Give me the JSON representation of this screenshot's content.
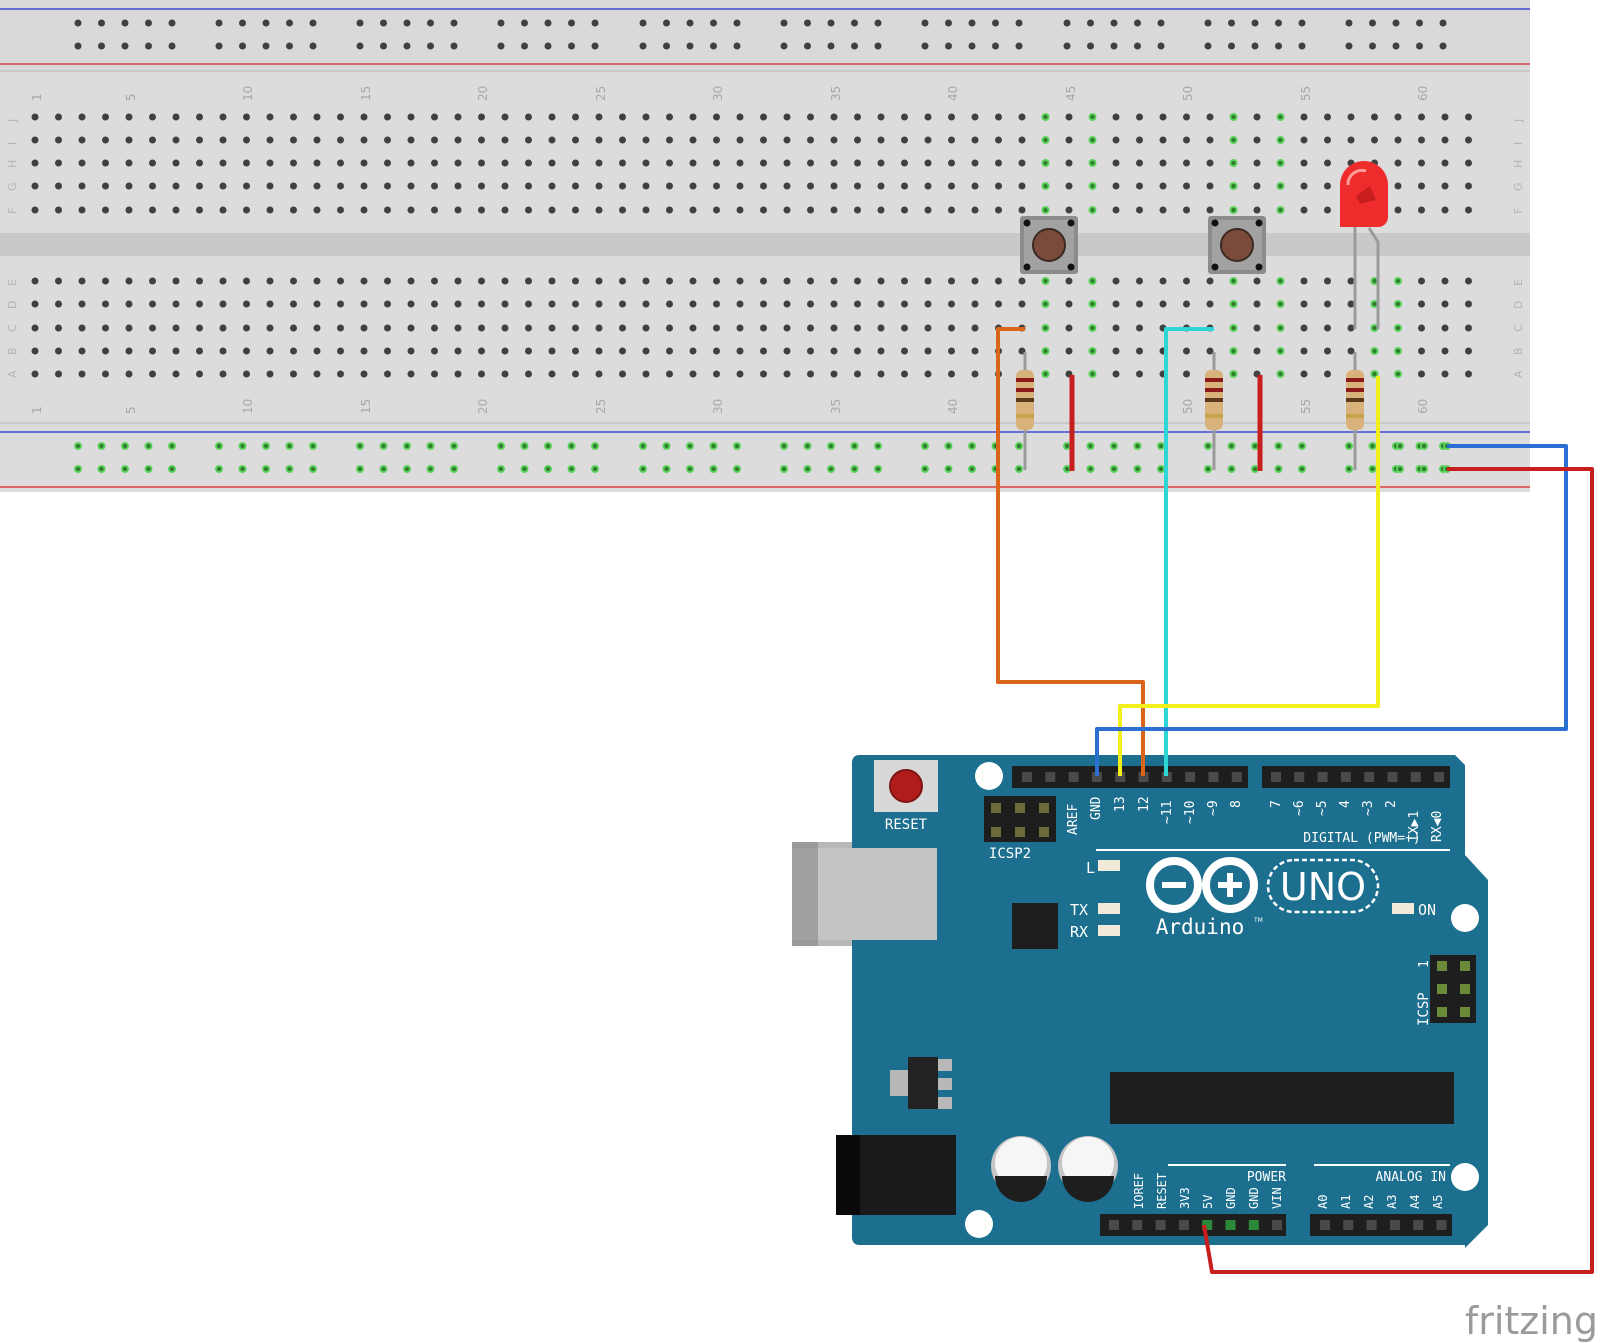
{
  "breadboard": {
    "column_numbers": [
      "1",
      "5",
      "10",
      "15",
      "20",
      "25",
      "30",
      "35",
      "40",
      "45",
      "50",
      "55",
      "60"
    ],
    "top_row_letters": [
      "J",
      "I",
      "H",
      "G",
      "F"
    ],
    "bottom_row_letters": [
      "E",
      "D",
      "C",
      "B",
      "A"
    ]
  },
  "arduino": {
    "reset_label": "RESET",
    "icsp2_label": "ICSP2",
    "icsp_label": "ICSP",
    "icsp_pin1_label": "1",
    "digital_label": "DIGITAL (PWM=~)",
    "digital_pins_left": [
      "AREF",
      "GND",
      "13",
      "12",
      "~11",
      "~10",
      "~9",
      "8"
    ],
    "digital_pins_right": [
      "7",
      "~6",
      "~5",
      "4",
      "~3",
      "2",
      "TX▶1",
      "RX◀0"
    ],
    "power_label": "POWER",
    "power_pins": [
      "IOREF",
      "RESET",
      "3V3",
      "5V",
      "GND",
      "GND",
      "VIN"
    ],
    "analog_label": "ANALOG IN",
    "analog_pins": [
      "A0",
      "A1",
      "A2",
      "A3",
      "A4",
      "A5"
    ],
    "led_l_label": "L",
    "led_tx_label": "TX",
    "led_rx_label": "RX",
    "on_label": "ON",
    "uno_label": "UNO",
    "brand_label": "Arduino",
    "tm_label": "TM"
  },
  "watermark": "fritzing",
  "colors": {
    "board": "#1c6f8e",
    "board_text": "#ffffff",
    "breadboard": "#dcdcdc",
    "rail_blue": "#1f2fd4",
    "rail_red": "#e02020",
    "hole": "#404040",
    "hole_active": "#5bd15b",
    "wire_orange": "#e8701e",
    "wire_cyan": "#2fd6d6",
    "wire_yellow": "#f3ef1a",
    "wire_blue": "#2a6fd1",
    "wire_red": "#c81e1e",
    "led": "#ee2c2c"
  }
}
